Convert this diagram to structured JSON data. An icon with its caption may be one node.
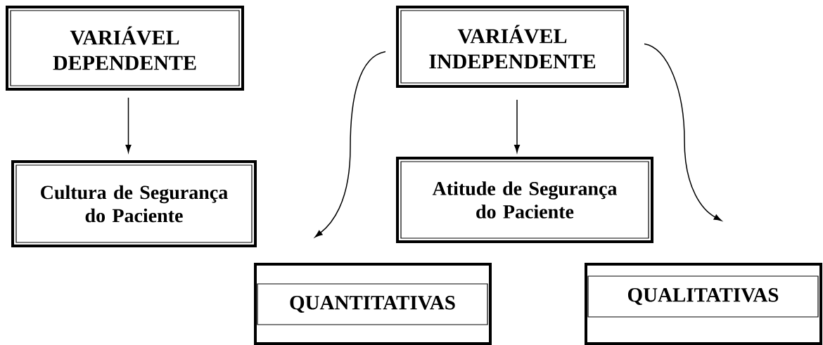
{
  "diagram": {
    "nodes": [
      {
        "text": [
          "VARIÁVEL DEPENDENTE"
        ]
      },
      {
        "text": [
          "VARIÁVEL INDEPENDENTE"
        ]
      },
      {
        "text": [
          "Cultura de Segurança do Paciente"
        ]
      },
      {
        "text": [
          "Atitude de Segurança do Paciente"
        ]
      },
      {
        "text": [
          "QUANTITATIVAS"
        ]
      },
      {
        "text": [
          "QUALITATIVAS"
        ]
      }
    ],
    "edges": [
      {
        "from": 0,
        "to": 2,
        "arrow": "to"
      },
      {
        "from": 1,
        "to": 3,
        "arrow": "to"
      },
      {
        "from": 1,
        "to": 4,
        "arrow": "to"
      },
      {
        "from": 1,
        "to": 5,
        "arrow": "to"
      }
    ]
  }
}
